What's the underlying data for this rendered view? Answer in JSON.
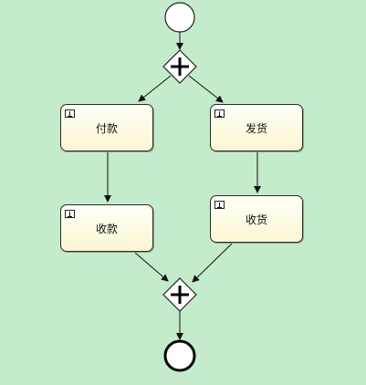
{
  "diagram": {
    "start_event": {
      "label": ""
    },
    "split_gateway": {
      "type": "parallel",
      "symbol": "+"
    },
    "join_gateway": {
      "type": "parallel",
      "symbol": "+"
    },
    "end_event": {
      "label": ""
    },
    "tasks": {
      "pay": {
        "label": "付款"
      },
      "ship": {
        "label": "发货"
      },
      "collect": {
        "label": "收款"
      },
      "receive": {
        "label": "收货"
      }
    },
    "colors": {
      "background": "#c4ebcc",
      "task_fill": "#fbf6d4",
      "stroke": "#111111"
    }
  }
}
